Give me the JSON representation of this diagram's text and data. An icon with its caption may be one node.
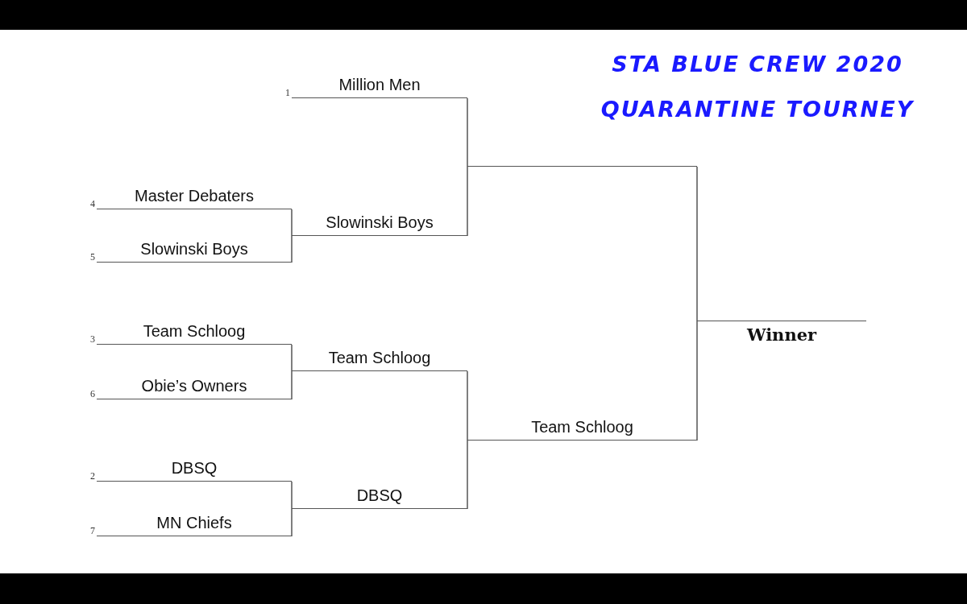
{
  "diagram": {
    "title": "STA BLUE CREW 2020 QUARANTINE TOURNEY",
    "nodes": [
      {
        "text": [
          "Million Men"
        ],
        "beside": [
          "1"
        ]
      },
      {
        "text": [
          "Master Debaters"
        ],
        "beside": [
          "4"
        ]
      },
      {
        "text": [
          "Slowinski Boys"
        ],
        "beside": [
          "5"
        ]
      },
      {
        "text": [
          "Slowinski Boys"
        ]
      },
      {
        "text": [
          "Team Schloog"
        ],
        "beside": [
          "3"
        ]
      },
      {
        "text": [
          "Obie’s Owners"
        ],
        "beside": [
          "6"
        ]
      },
      {
        "text": [
          "Team Schloog"
        ]
      },
      {
        "text": [
          "DBSQ"
        ],
        "beside": [
          "2"
        ]
      },
      {
        "text": [
          "MN Chiefs"
        ],
        "beside": [
          "7"
        ]
      },
      {
        "text": [
          "DBSQ"
        ]
      },
      {
        "text": [],
        "shape": "line"
      },
      {
        "text": [
          "Team Schloog"
        ]
      },
      {
        "text": [
          "Winner"
        ]
      }
    ],
    "edges": [
      {
        "from": 0,
        "to": 10,
        "arrow": "none"
      },
      {
        "from": 1,
        "to": 3,
        "arrow": "none"
      },
      {
        "from": 2,
        "to": 3,
        "arrow": "none"
      },
      {
        "from": 3,
        "to": 10,
        "arrow": "none"
      },
      {
        "from": 4,
        "to": 6,
        "arrow": "none"
      },
      {
        "from": 5,
        "to": 6,
        "arrow": "none"
      },
      {
        "from": 7,
        "to": 9,
        "arrow": "none"
      },
      {
        "from": 8,
        "to": 9,
        "arrow": "none"
      },
      {
        "from": 6,
        "to": 11,
        "arrow": "none"
      },
      {
        "from": 9,
        "to": 11,
        "arrow": "none"
      },
      {
        "from": 10,
        "to": 12,
        "arrow": "none"
      },
      {
        "from": 11,
        "to": 12,
        "arrow": "none"
      }
    ]
  }
}
